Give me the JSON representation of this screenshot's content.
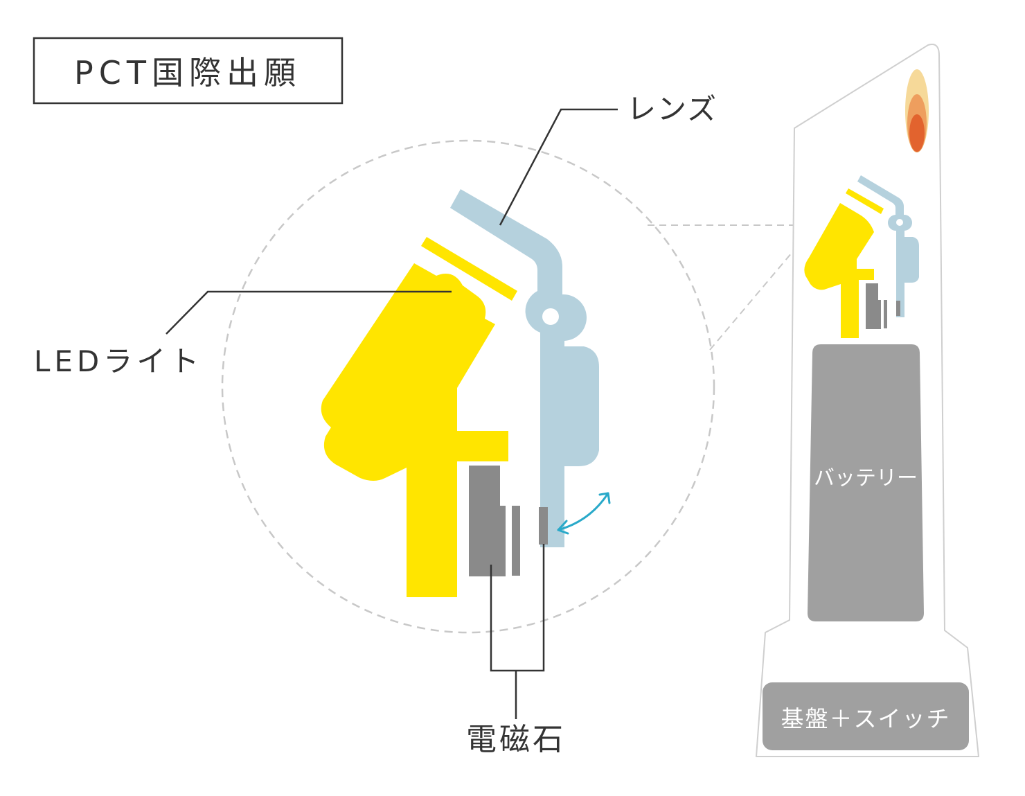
{
  "title_box": {
    "text": "PCT国際出願"
  },
  "labels": {
    "lens": "レンズ",
    "led": "LEDライト",
    "magnet": "電磁石",
    "battery": "バッテリー",
    "board": "基盤＋スイッチ"
  },
  "colors": {
    "yellow": "#FFE500",
    "lens_blue": "#B5D1DD",
    "magnet_gray": "#8A8A8A",
    "battery_gray": "#A0A0A0",
    "arrow_cyan": "#29A9C9",
    "dashed_gray": "#C8C8C8",
    "line_dark": "#333333",
    "flame_light": "#F6D999",
    "flame_mid": "#EE9E5E",
    "flame_dark": "#E2632E"
  }
}
